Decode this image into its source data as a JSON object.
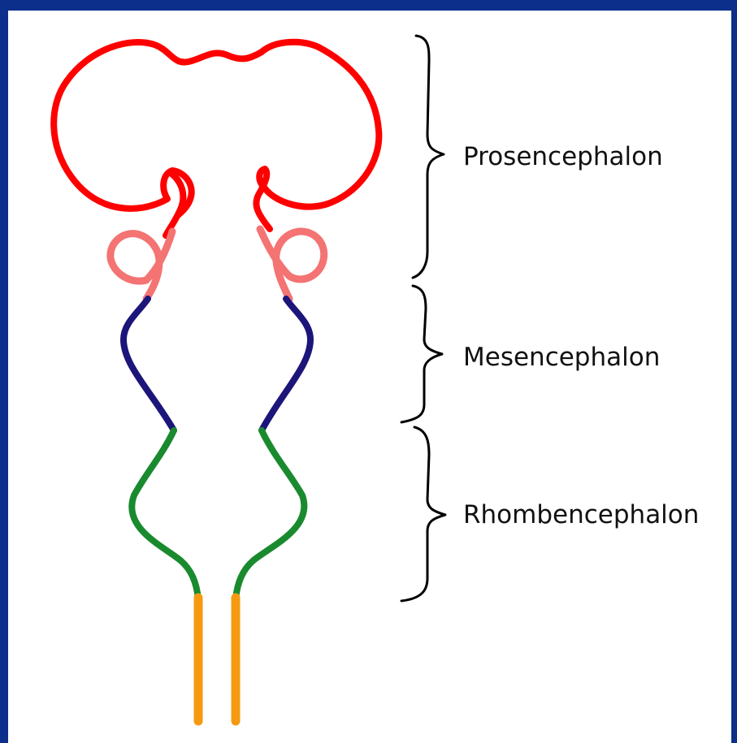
{
  "diagram": {
    "regions": [
      {
        "id": "prosencephalon",
        "label": "Prosencephalon"
      },
      {
        "id": "mesencephalon",
        "label": "Mesencephalon"
      },
      {
        "id": "rhombencephalon",
        "label": "Rhombencephalon"
      }
    ],
    "segment_colors": {
      "telencephalon": "#ff0000",
      "diencephalon": "#f47373",
      "mesencephalon": "#1c157a",
      "rhombencephalon": "#1a8a2e",
      "spinal_cord": "#f59a10"
    },
    "background_color": "#0b2f8a"
  }
}
